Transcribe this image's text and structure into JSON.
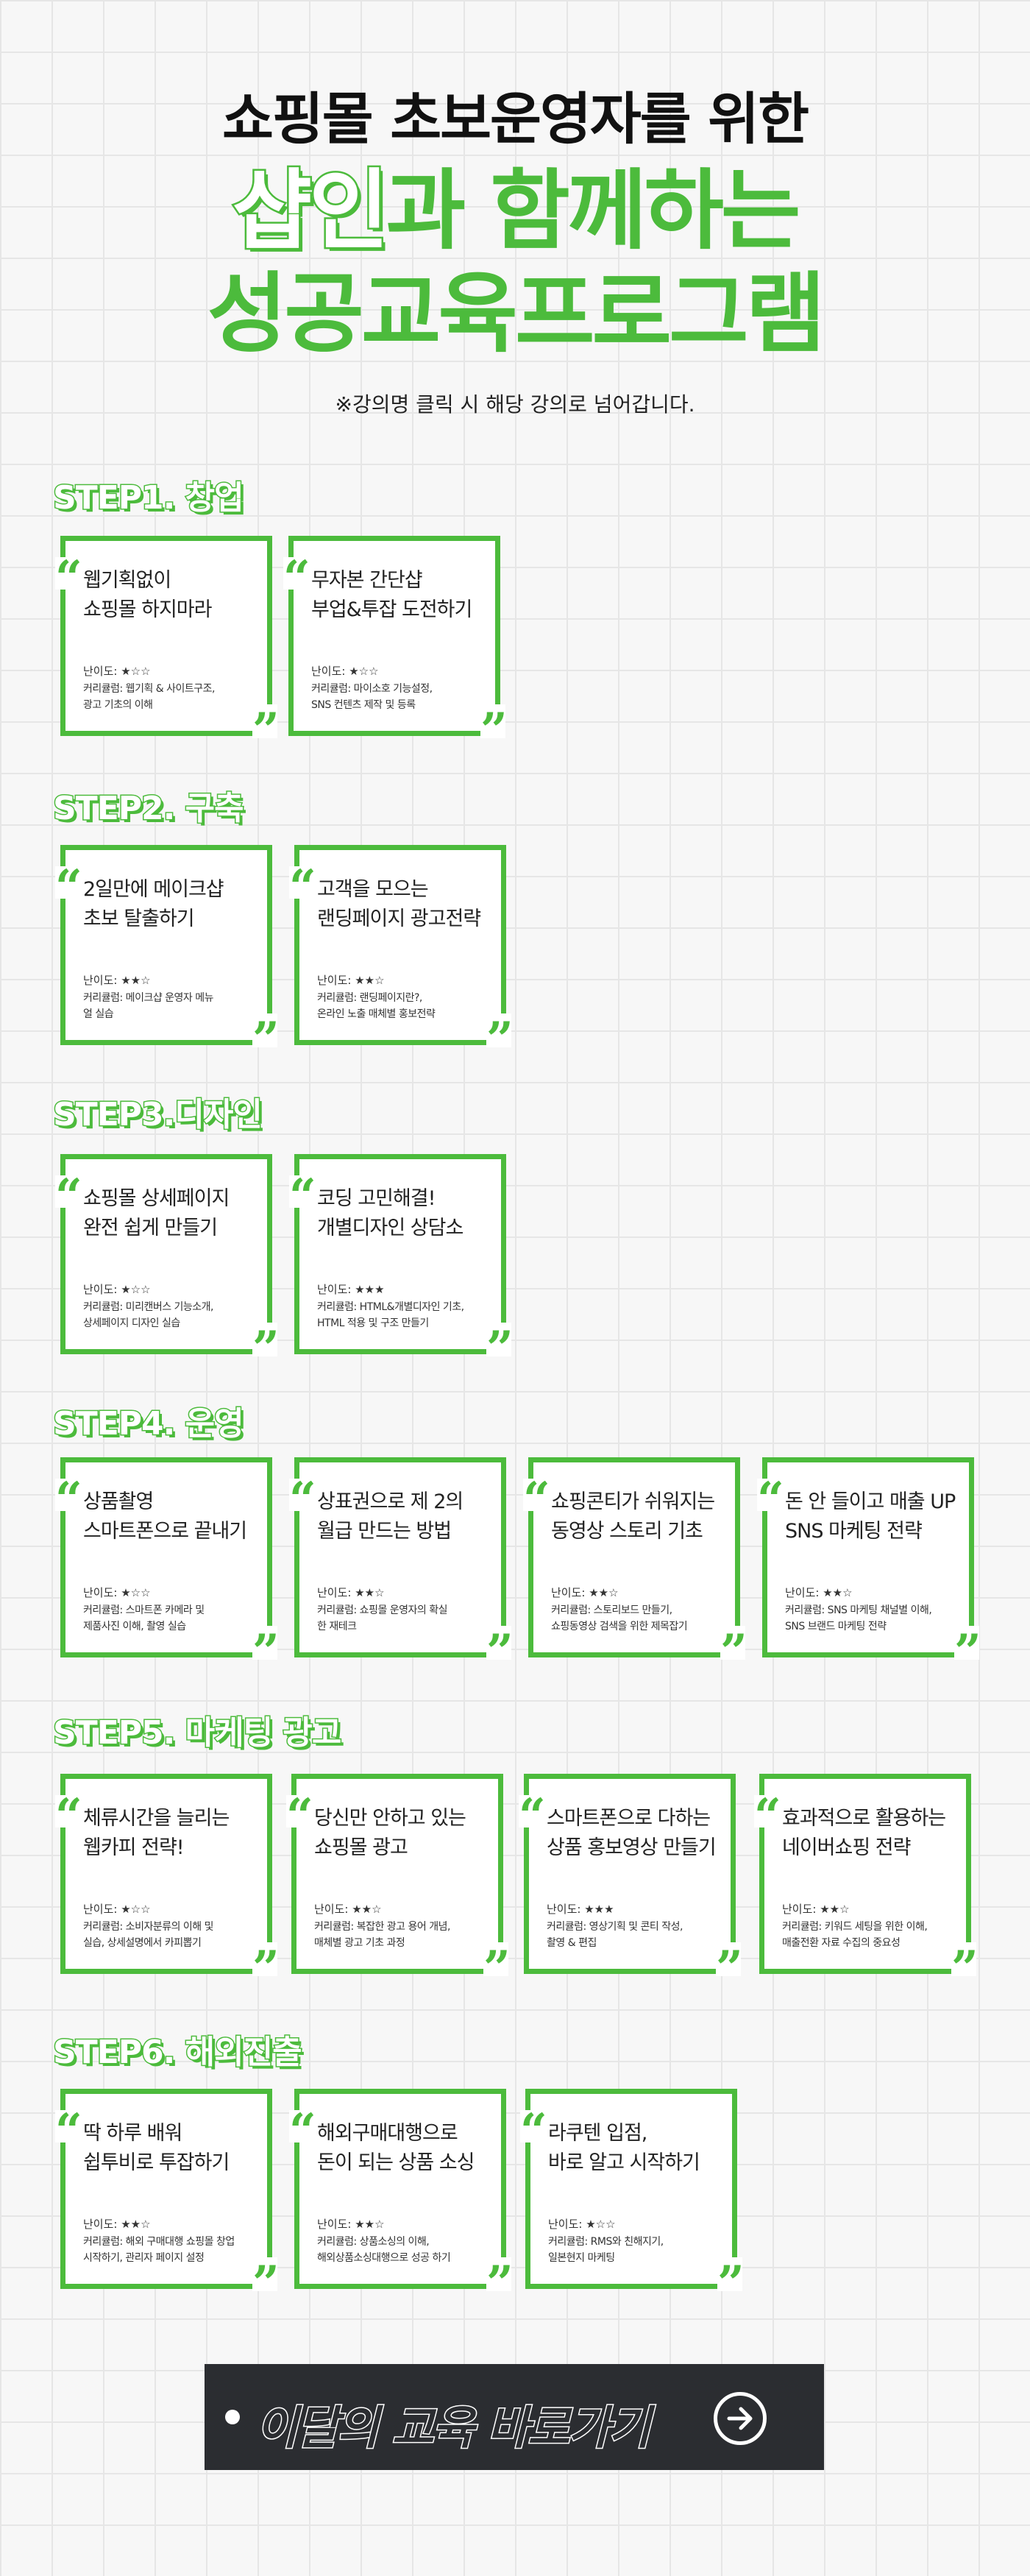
{
  "hero": {
    "line1": "쇼핑몰 초보운영자를 위한",
    "brand": "샵인",
    "line2_rest": "과 함께하는",
    "line3": "성공교육프로그램",
    "note": "※강의명 클릭 시 해당 강의로 넘어갑니다."
  },
  "colors": {
    "accent": "#4cbb3c",
    "cta_bg": "#2b2d31",
    "grid": "#e6e6e6"
  },
  "steps": [
    {
      "title": "STEP1. 창업",
      "cards": [
        {
          "title_1": "웹기획없이",
          "title_2": "쇼핑몰 하지마라",
          "difficulty": "난이도: ★☆☆",
          "curriculum_1": "커리큘럼: 웹기획 & 사이트구조,",
          "curriculum_2": "광고 기초의 이해"
        },
        {
          "title_1": "무자본 간단샵",
          "title_2": "부업&투잡 도전하기",
          "difficulty": "난이도: ★☆☆",
          "curriculum_1": "커리큘럼: 마이소호 기능설정,",
          "curriculum_2": "SNS 컨텐츠 제작 및 등록"
        }
      ]
    },
    {
      "title": "STEP2. 구축",
      "cards": [
        {
          "title_1": "2일만에 메이크샵",
          "title_2": "초보 탈출하기",
          "difficulty": "난이도: ★★☆",
          "curriculum_1": "커리큘럼: 메이크샵 운영자 메뉴",
          "curriculum_2": "얼 실습"
        },
        {
          "title_1": "고객을 모으는",
          "title_2": "랜딩페이지 광고전략",
          "difficulty": "난이도: ★★☆",
          "curriculum_1": "커리큘럼: 랜딩페이지란?,",
          "curriculum_2": "온라인 노출 매체별 홍보전략"
        }
      ]
    },
    {
      "title": "STEP3.디자인",
      "cards": [
        {
          "title_1": "쇼핑몰 상세페이지",
          "title_2": "완전 쉽게 만들기",
          "difficulty": "난이도: ★☆☆",
          "curriculum_1": "커리큘럼: 미리캔버스 기능소개,",
          "curriculum_2": "상세페이지 디자인 실습"
        },
        {
          "title_1": "코딩 고민해결!",
          "title_2": "개별디자인 상담소",
          "difficulty": "난이도: ★★★",
          "curriculum_1": "커리큘럼: HTML&개별디자인 기초,",
          "curriculum_2": "HTML 적용 및 구조 만들기"
        }
      ]
    },
    {
      "title": "STEP4. 운영",
      "cards": [
        {
          "title_1": "상품촬영",
          "title_2": "스마트폰으로 끝내기",
          "difficulty": "난이도: ★☆☆",
          "curriculum_1": "커리큘럼: 스마트폰 카메라 및",
          "curriculum_2": "제품사진 이해, 촬영 실습"
        },
        {
          "title_1": "상표권으로 제 2의",
          "title_2": "월급 만드는 방법",
          "difficulty": "난이도: ★★☆",
          "curriculum_1": "커리큘럼: 쇼핑몰 운영자의 확실",
          "curriculum_2": "한 재테크"
        },
        {
          "title_1": "쇼핑콘티가 쉬워지는",
          "title_2": "동영상 스토리 기초",
          "difficulty": "난이도: ★★☆",
          "curriculum_1": "커리큘럼: 스토리보드 만들기,",
          "curriculum_2": "쇼핑동영상 검색을 위한 제목잡기"
        },
        {
          "title_1": "돈 안 들이고 매출 UP",
          "title_2": "SNS 마케팅 전략",
          "difficulty": "난이도: ★★☆",
          "curriculum_1": "커리큘럼: SNS 마케팅 채널별 이해,",
          "curriculum_2": "SNS 브랜드 마케팅 전략"
        }
      ]
    },
    {
      "title": "STEP5. 마케팅 광고",
      "cards": [
        {
          "title_1": "체류시간을 늘리는",
          "title_2": "웹카피 전략!",
          "difficulty": "난이도: ★☆☆",
          "curriculum_1": "커리큘럼: 소비자분류의 이해 및",
          "curriculum_2": "실습, 상세설명에서 카피뽑기"
        },
        {
          "title_1": "당신만 안하고 있는",
          "title_2": "쇼핑몰 광고",
          "difficulty": "난이도: ★★☆",
          "curriculum_1": "커리큘럼: 복잡한 광고 용어 개념,",
          "curriculum_2": "매체별 광고 기초 과정"
        },
        {
          "title_1": "스마트폰으로 다하는",
          "title_2": "상품 홍보영상 만들기",
          "difficulty": "난이도: ★★★",
          "curriculum_1": "커리큘럼: 영상기획 및 콘티 작성,",
          "curriculum_2": "촬영 & 편집"
        },
        {
          "title_1": "효과적으로 활용하는",
          "title_2": "네이버쇼핑 전략",
          "difficulty": "난이도: ★★☆",
          "curriculum_1": "커리큘럼: 키워드 세팅을 위한 이해,",
          "curriculum_2": "매출전환 자료 수집의 중요성"
        }
      ]
    },
    {
      "title": "STEP6. 해외진출",
      "cards": [
        {
          "title_1": "딱 하루 배워",
          "title_2": "쉽투비로 투잡하기",
          "difficulty": "난이도: ★★☆",
          "curriculum_1": "커리큘럼: 해외 구매대행 쇼핑몰 창업",
          "curriculum_2": "시작하기, 관리자 페이지 설정"
        },
        {
          "title_1": "해외구매대행으로",
          "title_2": "돈이 되는 상품 소싱",
          "difficulty": "난이도: ★★☆",
          "curriculum_1": "커리큘럼: 상품소싱의 이해,",
          "curriculum_2": "해외상품소싱대행으로 성공 하기"
        },
        {
          "title_1": "라쿠텐 입점,",
          "title_2": "바로 알고 시작하기",
          "difficulty": "난이도: ★☆☆",
          "curriculum_1": "커리큘럼: RMS와 친해지기,",
          "curriculum_2": "일본현지 마케팅"
        }
      ]
    }
  ],
  "cta": {
    "label": "이달의 교육 바로가기",
    "icon": "arrow-right-circle-icon"
  }
}
